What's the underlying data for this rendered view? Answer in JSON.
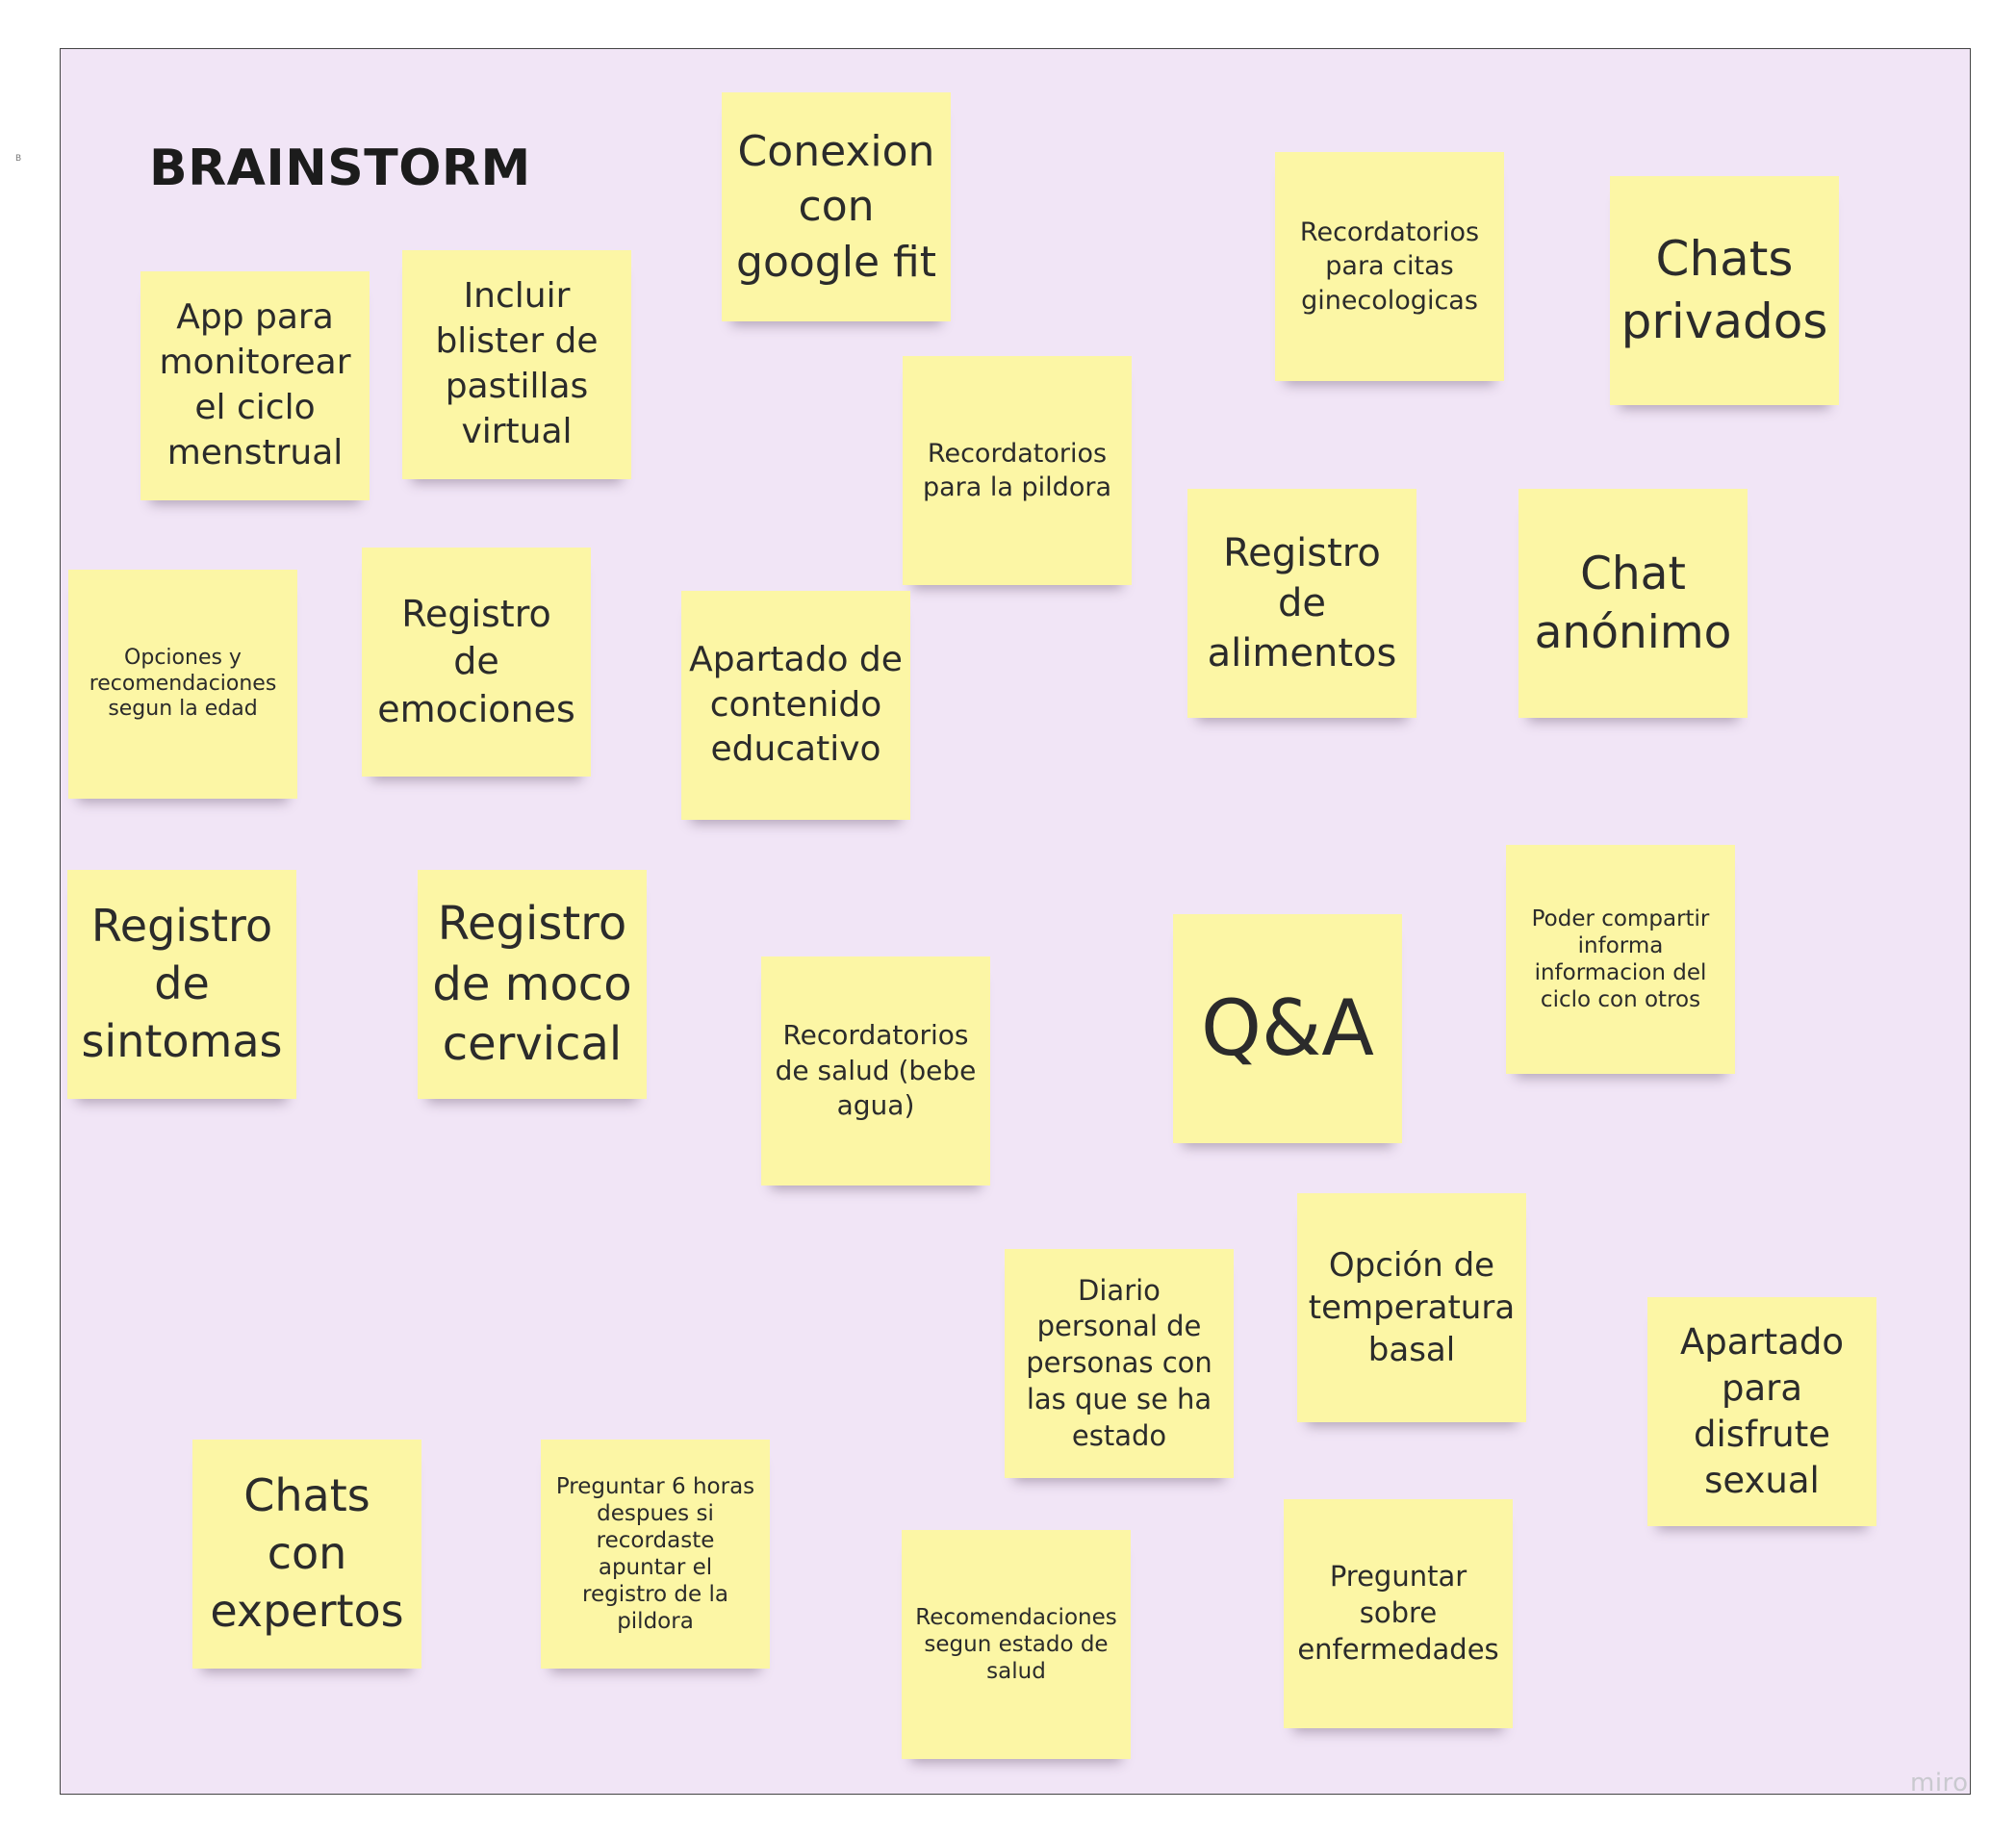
{
  "frame": {
    "tag": "B"
  },
  "board": {
    "title": "BRAINSTORM",
    "logo": "miro",
    "background": "#f1e5f6",
    "note_color": "#fcf6a5"
  },
  "notes": [
    {
      "id": "app-monitor",
      "text": "App para monitorear el ciclo menstrual"
    },
    {
      "id": "blister-virtual",
      "text": "Incluir blister de pastillas virtual"
    },
    {
      "id": "google-fit",
      "text": "Conexion con google fit"
    },
    {
      "id": "recordatorios-pildora",
      "text": "Recordatorios para la pildora"
    },
    {
      "id": "recordatorios-citas",
      "text": "Recordatorios para citas ginecologicas"
    },
    {
      "id": "chats-privados",
      "text": "Chats privados"
    },
    {
      "id": "opciones-edad",
      "text": "Opciones y recomendaciones segun la edad"
    },
    {
      "id": "registro-emociones",
      "text": "Registro de emociones"
    },
    {
      "id": "contenido-educativo",
      "text": "Apartado de contenido educativo"
    },
    {
      "id": "registro-alimentos",
      "text": "Registro de alimentos"
    },
    {
      "id": "chat-anonimo",
      "text": "Chat anónimo"
    },
    {
      "id": "registro-sintomas",
      "text": "Registro de sintomas"
    },
    {
      "id": "registro-moco",
      "text": "Registro de moco cervical"
    },
    {
      "id": "recordatorios-salud",
      "text": "Recordatorios de salud (bebe agua)"
    },
    {
      "id": "qa",
      "text": "Q&A"
    },
    {
      "id": "compartir-ciclo",
      "text": "Poder compartir informa informacion del ciclo con otros"
    },
    {
      "id": "temperatura-basal",
      "text": "Opción de temperatura basal"
    },
    {
      "id": "diario-personal",
      "text": "Diario personal de personas con las que se ha estado"
    },
    {
      "id": "disfrute-sexual",
      "text": "Apartado para disfrute sexual"
    },
    {
      "id": "chats-expertos",
      "text": "Chats con expertos"
    },
    {
      "id": "preguntar-6-horas",
      "text": "Preguntar 6 horas despues si recordaste apuntar el registro de la pildora"
    },
    {
      "id": "recomendaciones-salud",
      "text": "Recomendaciones segun estado de salud"
    },
    {
      "id": "preguntar-enfermedades",
      "text": "Preguntar sobre enfermedades"
    }
  ]
}
